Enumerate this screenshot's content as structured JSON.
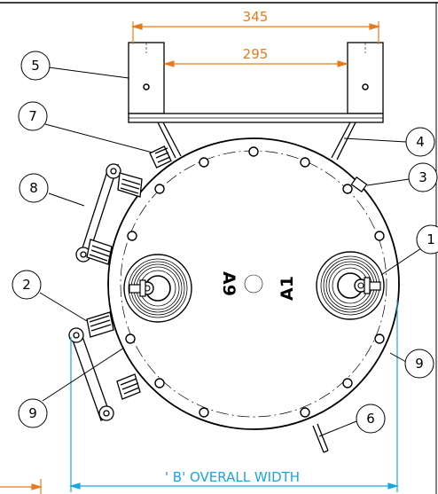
{
  "dimensions": {
    "outer_width": "345",
    "inner_width": "295",
    "overall_width": "' B'  OVERALL WIDTH"
  },
  "terminal_markings": {
    "left": "A9",
    "right": "A1"
  },
  "balloons": [
    "5",
    "7",
    "8",
    "2",
    "9",
    "4",
    "3",
    "1",
    "9",
    "6"
  ],
  "colors": {
    "dimension_orange": "#e87a1c",
    "dimension_cyan": "#1aa6e0",
    "line": "#000000"
  }
}
